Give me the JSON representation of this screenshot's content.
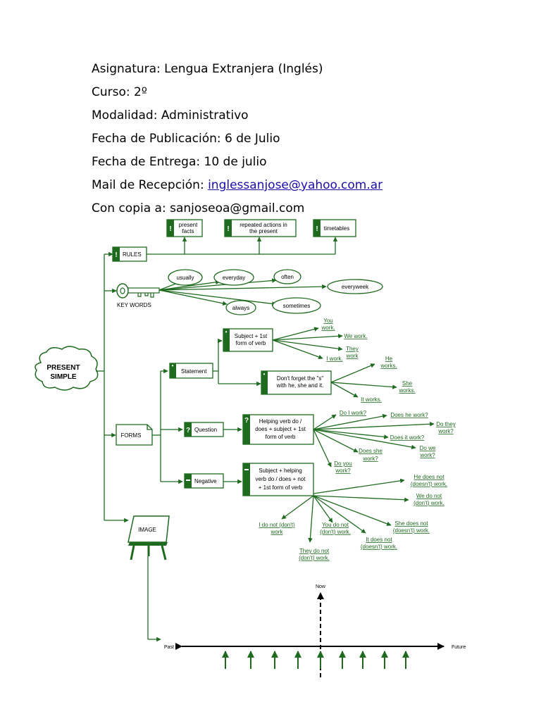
{
  "header": {
    "line1": "Asignatura: Lengua Extranjera (Inglés)",
    "line2": "Curso: 2º",
    "line3": "Modalidad: Administrativo",
    "line4": "Fecha de Publicación: 6 de Julio",
    "line5": "Fecha de Entrega: 10 de julio",
    "line6_label": "Mail de Recepción: ",
    "line6_email": "inglessanjose@yahoo.com.ar",
    "line7": "Con copia a: sanjoseoa@gmail.com"
  },
  "map": {
    "center": [
      "PRESENT",
      "SIMPLE"
    ],
    "rules": {
      "label": "RULES",
      "items": [
        [
          "present",
          "facts"
        ],
        [
          "repeated actions in",
          "the present"
        ],
        [
          "timetables"
        ]
      ]
    },
    "keywords": {
      "label": "KEY WORDS",
      "items": [
        "usually",
        "everyday",
        "often",
        "everyweek",
        "always",
        "sometimes"
      ]
    },
    "forms": {
      "label": "FORMS",
      "statement": {
        "label": "Statement",
        "box1": [
          "Subject + 1st",
          "form of verb"
        ],
        "ex1": [
          [
            "You",
            "work."
          ],
          [
            "We work."
          ],
          [
            "They",
            "work"
          ],
          [
            "I work."
          ]
        ],
        "box2": [
          "Don't forget the \"s\"",
          "with he, she and it."
        ],
        "ex2": [
          [
            "He",
            "works."
          ],
          [
            "She",
            "works."
          ],
          [
            "It works."
          ]
        ]
      },
      "question": {
        "label": "Question",
        "box": [
          "Helping verb do /",
          "does + subject + 1st",
          "form of verb"
        ],
        "ex": [
          [
            "Do I work?"
          ],
          [
            "Does he work?"
          ],
          [
            "Do they",
            "work?"
          ],
          [
            "Does it work?"
          ],
          [
            "Do we",
            "work?"
          ],
          [
            "Does she",
            "work?"
          ],
          [
            "Do you",
            "work?"
          ]
        ]
      },
      "negative": {
        "label": "Negative",
        "box": [
          "Subject + helping",
          "verb do / does + not",
          "+ 1st form of verb"
        ],
        "ex": [
          [
            "He does not",
            "(doesn't) work."
          ],
          [
            "We do not",
            "(don't) work."
          ],
          [
            "She does not",
            "(doesn't) work."
          ],
          [
            "It does not",
            "(doesn't) work."
          ],
          [
            "You do not",
            "(don't) work."
          ],
          [
            "They do not",
            "(don't) work."
          ],
          [
            "I do not (don't)",
            "work"
          ]
        ]
      }
    },
    "image": {
      "label": "IMAGE",
      "timeline": {
        "now": "Now",
        "past": "Past",
        "future": "Future"
      }
    }
  },
  "colors": {
    "accent": "#1e6a1e",
    "link": "#1a0dab"
  }
}
